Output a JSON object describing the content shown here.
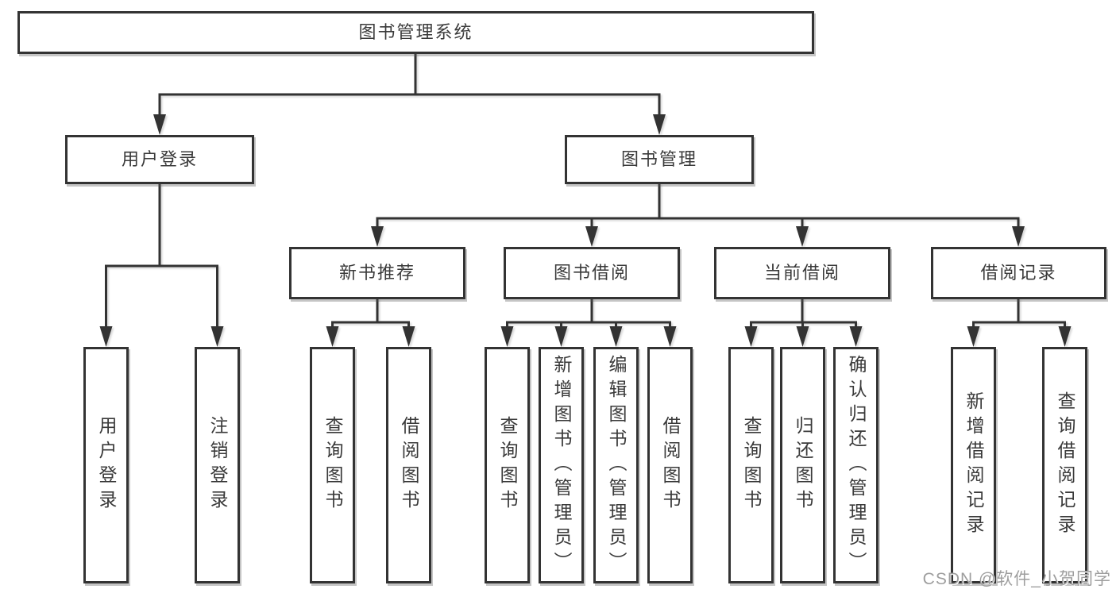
{
  "diagram_title": "图书管理系统",
  "watermark": "CSDN @软件_小贺同学",
  "colors": {
    "line": "#333333",
    "box_border": "#333333",
    "text": "#3a3a3a",
    "watermark": "#9e9e9e",
    "background": "#ffffff"
  },
  "tree": {
    "label": "图书管理系统",
    "children": [
      {
        "label": "用户登录",
        "children": [
          {
            "label": "用户登录"
          },
          {
            "label": "注销登录"
          }
        ]
      },
      {
        "label": "图书管理",
        "children": [
          {
            "label": "新书推荐",
            "children": [
              {
                "label": "查询图书"
              },
              {
                "label": "借阅图书"
              }
            ]
          },
          {
            "label": "图书借阅",
            "children": [
              {
                "label": "查询图书"
              },
              {
                "label": "新增图书（管理员）"
              },
              {
                "label": "编辑图书（管理员）"
              },
              {
                "label": "借阅图书"
              }
            ]
          },
          {
            "label": "当前借阅",
            "children": [
              {
                "label": "查询图书"
              },
              {
                "label": "归还图书"
              },
              {
                "label": "确认归还（管理员）"
              }
            ]
          },
          {
            "label": "借阅记录",
            "children": [
              {
                "label": "新增借阅记录"
              },
              {
                "label": "查询借阅记录"
              }
            ]
          }
        ]
      }
    ]
  }
}
